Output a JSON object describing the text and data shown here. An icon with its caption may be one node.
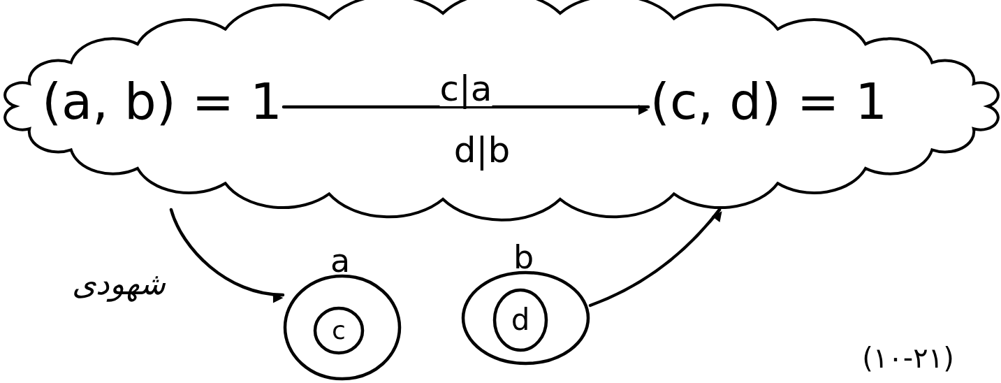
{
  "diagram": {
    "nodes": [
      {
        "text": [],
        "shape": "cloud"
      },
      {
        "text": [
          "(a, b) = 1"
        ],
        "in": 0
      },
      {
        "text": [
          "(c, d) = 1"
        ],
        "in": 0
      },
      {
        "text": [
          "a"
        ]
      },
      {
        "text": [
          "c"
        ],
        "in": 3
      },
      {
        "text": [
          "b"
        ]
      },
      {
        "text": [
          "d"
        ],
        "in": 5
      }
    ],
    "edges": [
      {
        "from": 1,
        "to": 2,
        "arrow": "to",
        "label": "c|a"
      },
      {
        "from": 0,
        "to": 3,
        "arrow": "to",
        "label": "شهودی"
      },
      {
        "from": 5,
        "to": 0,
        "arrow": "to"
      }
    ],
    "labels": [
      "d|b",
      "(۱۰-۲۱)"
    ]
  }
}
